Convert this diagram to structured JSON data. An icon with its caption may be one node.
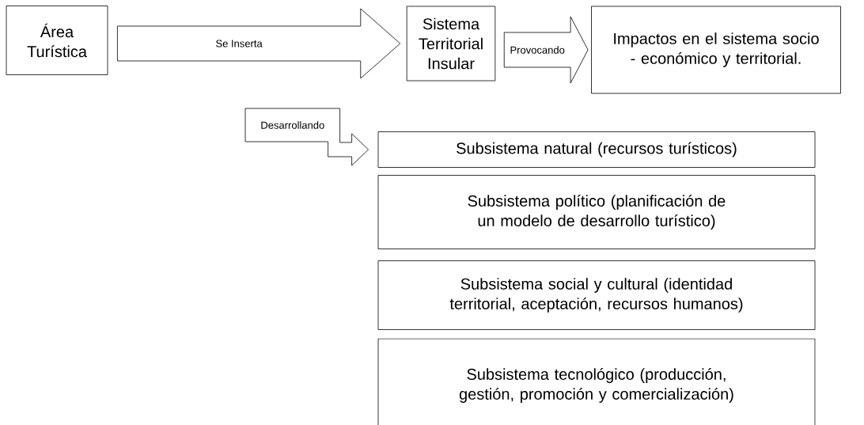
{
  "diagram": {
    "nodes": [
      {
        "text": [
          "Área Turística"
        ]
      },
      {
        "text": [
          "Sistema Territorial Insular"
        ]
      },
      {
        "text": [
          "Impactos en el sistema socio - económico y territorial."
        ]
      },
      {
        "text": [
          "Subsistema natural (recursos turísticos)"
        ]
      },
      {
        "text": [
          "Subsistema político (planificación de un modelo de desarrollo turístico)"
        ]
      },
      {
        "text": [
          "Subsistema social y cultural (identidad territorial, aceptación, recursos humanos)"
        ]
      },
      {
        "text": [
          "Subsistema tecnológico (producción, gestión, promoción y comercialización)"
        ]
      }
    ],
    "edges": [
      {
        "from": 0,
        "to": 1,
        "arrow": "to",
        "label": "Se Inserta"
      },
      {
        "from": 1,
        "to": 2,
        "arrow": "to",
        "label": "Provocando"
      },
      {
        "from": null,
        "to": 3,
        "arrow": "to",
        "label": "Desarrollando"
      }
    ]
  }
}
